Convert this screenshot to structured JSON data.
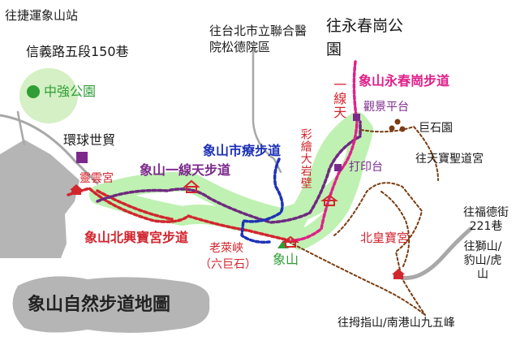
{
  "map_title": "象山自然步道地圖",
  "colors": {
    "red_trail": "#d2262f",
    "purple_trail": "#6e2a80",
    "blue_trail": "#1f33b6",
    "magenta_trail": "#e0218a",
    "brown_trail": "#7a3c12",
    "green_band": "#bff1b2",
    "park": "#d4f0c4",
    "road": "#a8a8a8",
    "land": "#b5b5b5"
  },
  "labels": {
    "mrt_station": "往捷運象山站",
    "lane150": "信義路五段150巷",
    "zhongqiang_park": "中強公園",
    "world_trade": "環球世貿",
    "lingyun_temple": "靈雲宮",
    "beixing_trail": "象山北興寶宮步道",
    "yixiantian_trail": "象山一線天步道",
    "shiliao_trail": "象山市療步道",
    "songde_hospital": "往台北市立聯合醫院松德院區",
    "yongchungang_park": "往永春崗公園",
    "yongchungang_trail": "象山永春崗步道",
    "yixiantian": "一線天",
    "observation_deck": "觀景平台",
    "giant_rock_garden": "巨石園",
    "tianbao_temple": "往天寶聖道宮",
    "stamp_station": "打印台",
    "colorful_rock_wall": "彩繪大岩壁",
    "laolaixia": "老萊峽",
    "six_giant_rocks": "（六巨石）",
    "xiangshan": "象山",
    "beihuang_temple": "北皇寶宮",
    "fude_street": "往福德街221巷",
    "lion_leopard_tiger": "往獅山/豹山/虎山",
    "muzhi_nangang": "往拇指山/南港山九五峰"
  }
}
